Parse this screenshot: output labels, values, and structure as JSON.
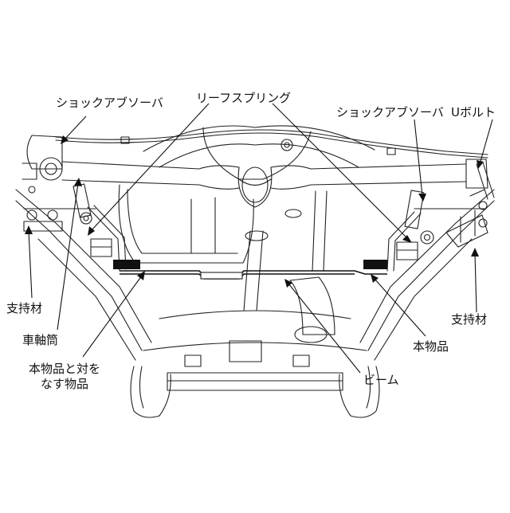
{
  "labels": {
    "shock_absorber_left": "ショックアブソーバ",
    "leaf_spring": "リーフスプリング",
    "shock_absorber_right": "ショックアブソーバ",
    "u_bolt": "Uボルト",
    "support_left": "支持材",
    "axle_housing": "車軸筒",
    "paired_product_line1": "本物品と対を",
    "paired_product_line2": "なす物品",
    "beam": "ビーム",
    "this_product": "本物品",
    "support_right": "支持材"
  }
}
